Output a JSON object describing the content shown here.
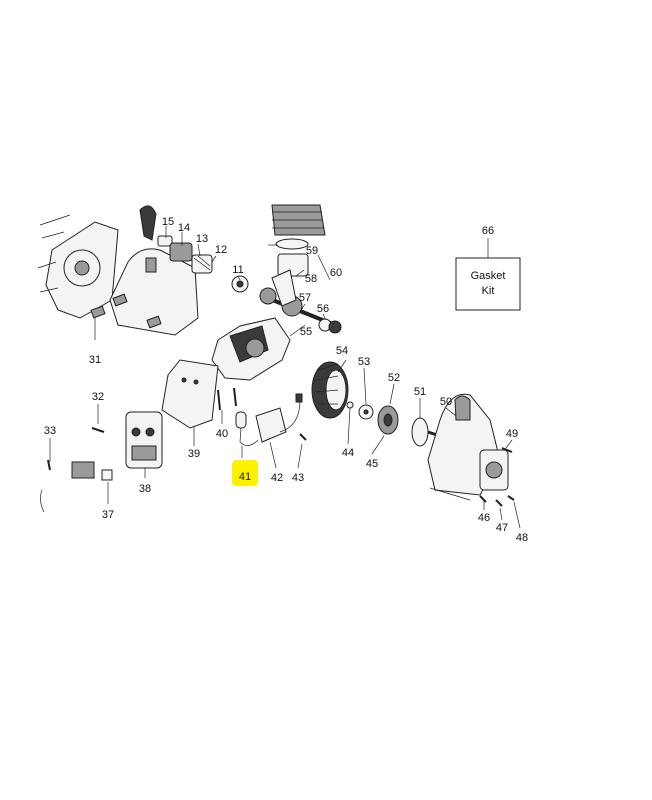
{
  "highlight_color": "#fff200",
  "callouts": {
    "c11": "11",
    "c12": "12",
    "c13": "13",
    "c14": "14",
    "c15": "15",
    "c31": "31",
    "c32": "32",
    "c33": "33",
    "c37": "37",
    "c38": "38",
    "c39": "39",
    "c40": "40",
    "c41": "41",
    "c42": "42",
    "c43": "43",
    "c44": "44",
    "c45": "45",
    "c46": "46",
    "c47": "47",
    "c48": "48",
    "c49": "49",
    "c50": "50",
    "c51": "51",
    "c52": "52",
    "c53": "53",
    "c54": "54",
    "c55": "55",
    "c56": "56",
    "c57": "57",
    "c58": "58",
    "c59": "59",
    "c60": "60",
    "c66": "66"
  },
  "gasket_kit": {
    "line1": "Gasket",
    "line2": "Kit"
  }
}
